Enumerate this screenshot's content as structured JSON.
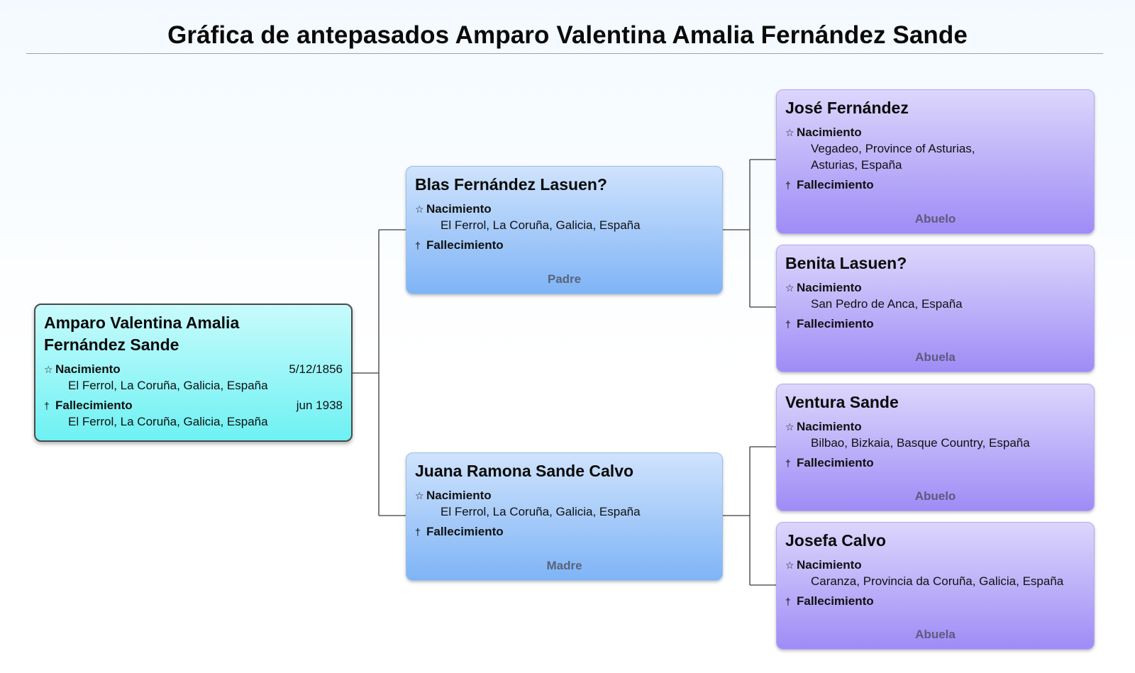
{
  "title": "Gráfica de antepasados Amparo Valentina Amalia Fernández Sande",
  "icons": {
    "birth": "star-outline-icon",
    "death": "dagger-cross-icon"
  },
  "colors": {
    "root_card": "#6ef1f3",
    "parent_card": "#7fb4f6",
    "grandparent_card": "#9f8cf6",
    "connector": "#3a3a3a"
  },
  "people": {
    "root": {
      "name_line1": "Amparo Valentina Amalia",
      "name_line2": "Fernández Sande",
      "birth_label": "Nacimiento",
      "birth_date": "5/12/1856",
      "birth_place": "El Ferrol, La Coruña, Galicia, España",
      "death_label": "Fallecimiento",
      "death_date": "jun 1938",
      "death_place": "El Ferrol, La Coruña, Galicia, España"
    },
    "father": {
      "name": "Blas Fernández Lasuen?",
      "birth_label": "Nacimiento",
      "birth_place": "El Ferrol, La Coruña, Galicia, España",
      "death_label": "Fallecimiento",
      "role": "Padre"
    },
    "mother": {
      "name": "Juana Ramona Sande Calvo",
      "birth_label": "Nacimiento",
      "birth_place": "El Ferrol, La Coruña, Galicia, España",
      "death_label": "Fallecimiento",
      "role": "Madre"
    },
    "paternal_grandfather": {
      "name": "José Fernández",
      "birth_label": "Nacimiento",
      "birth_place_line1": "Vegadeo, Province of Asturias,",
      "birth_place_line2": "Asturias, España",
      "death_label": "Fallecimiento",
      "role": "Abuelo"
    },
    "paternal_grandmother": {
      "name": "Benita Lasuen?",
      "birth_label": "Nacimiento",
      "birth_place": "San Pedro de Anca, España",
      "death_label": "Fallecimiento",
      "role": "Abuela"
    },
    "maternal_grandfather": {
      "name": "Ventura Sande",
      "birth_label": "Nacimiento",
      "birth_place": "Bilbao, Bizkaia, Basque Country, España",
      "death_label": "Fallecimiento",
      "role": "Abuelo"
    },
    "maternal_grandmother": {
      "name": "Josefa Calvo",
      "birth_label": "Nacimiento",
      "birth_place": "Caranza, Provincia da Coruña, Galicia, España",
      "death_label": "Fallecimiento",
      "role": "Abuela"
    }
  }
}
